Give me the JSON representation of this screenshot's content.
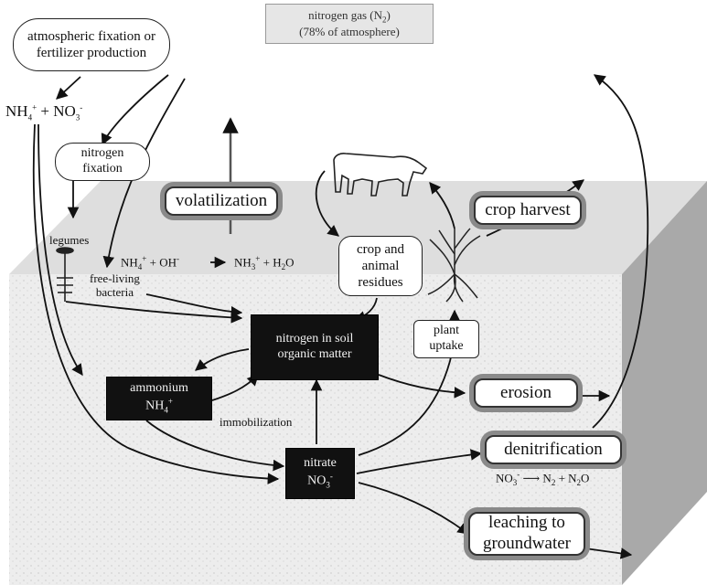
{
  "header": {
    "line1_pre": "nitrogen gas (N",
    "line1_sub": "2",
    "line1_post": ")",
    "line2": "(78% of atmosphere)"
  },
  "nodes": {
    "atm_fix_line1": "atmospheric fixation or",
    "atm_fix_line2": "fertilizer production",
    "nfix_line1": "nitrogen",
    "nfix_line2": "fixation",
    "volatilization": "volatilization",
    "crop_harvest": "crop harvest",
    "residues_line1": "crop and",
    "residues_line2": "animal",
    "residues_line3": "residues",
    "uptake_line1": "plant",
    "uptake_line2": "uptake",
    "som_line1": "nitrogen in soil",
    "som_line2": "organic matter",
    "ammonium_line1": "ammonium",
    "ammonium_line2": "NH",
    "ammonium_sub": "4",
    "ammonium_sup": "+",
    "nitrate_line1": "nitrate",
    "nitrate_line2": "NO",
    "nitrate_sub": "3",
    "nitrate_sup": "-",
    "erosion": "erosion",
    "denitrification": "denitrification",
    "leaching_line1": "leaching to",
    "leaching_line2": "groundwater"
  },
  "labels": {
    "nh4_no3": {
      "a": "NH",
      "a_sub": "4",
      "a_sup": "+",
      "b": " + NO",
      "b_sub": "3",
      "b_sup": "-"
    },
    "legumes": "legumes",
    "free_living_line1": "free-living",
    "free_living_line2": "bacteria",
    "reaction_left": {
      "a": "NH",
      "a_sub": "4",
      "a_sup": "+",
      "b": " + OH",
      "b_sup": "-"
    },
    "reaction_right": {
      "a": "NH",
      "a_sub": "3",
      "a_sup": "+",
      "b": " + H",
      "b_sub": "2",
      "c": "O"
    },
    "immobilization": "immobilization",
    "denit_eq": {
      "a": "NO",
      "a_sub": "3",
      "a_sup": "-",
      "b": "N",
      "b_sub": "2",
      "c": " + N",
      "c_sub": "2",
      "d": "O"
    }
  },
  "colors": {
    "soil": "#efefef",
    "soil_top": "#dedede",
    "soil_side": "#a9a9a9",
    "dark_box": "#111111",
    "pill_ring": "#8a8a8a"
  }
}
